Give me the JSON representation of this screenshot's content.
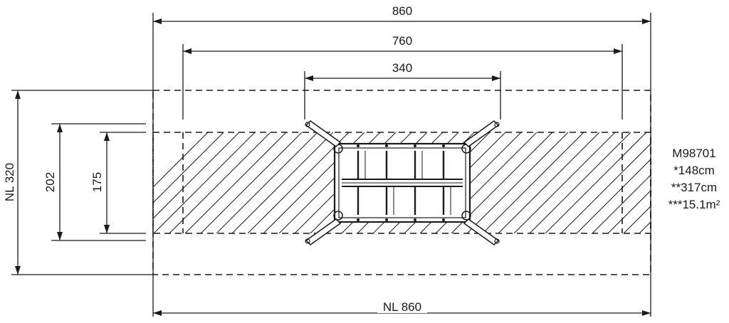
{
  "dimensions": {
    "overall_width": "860",
    "inner_width": "760",
    "equipment_width": "340",
    "overall_depth": "NL 320",
    "zone_depth": "202",
    "inner_depth": "175",
    "bottom_width": "NL 860"
  },
  "specs": {
    "code": "M98701",
    "height": "*148cm",
    "fall_height": "**317cm",
    "area": "***15.1m²"
  }
}
